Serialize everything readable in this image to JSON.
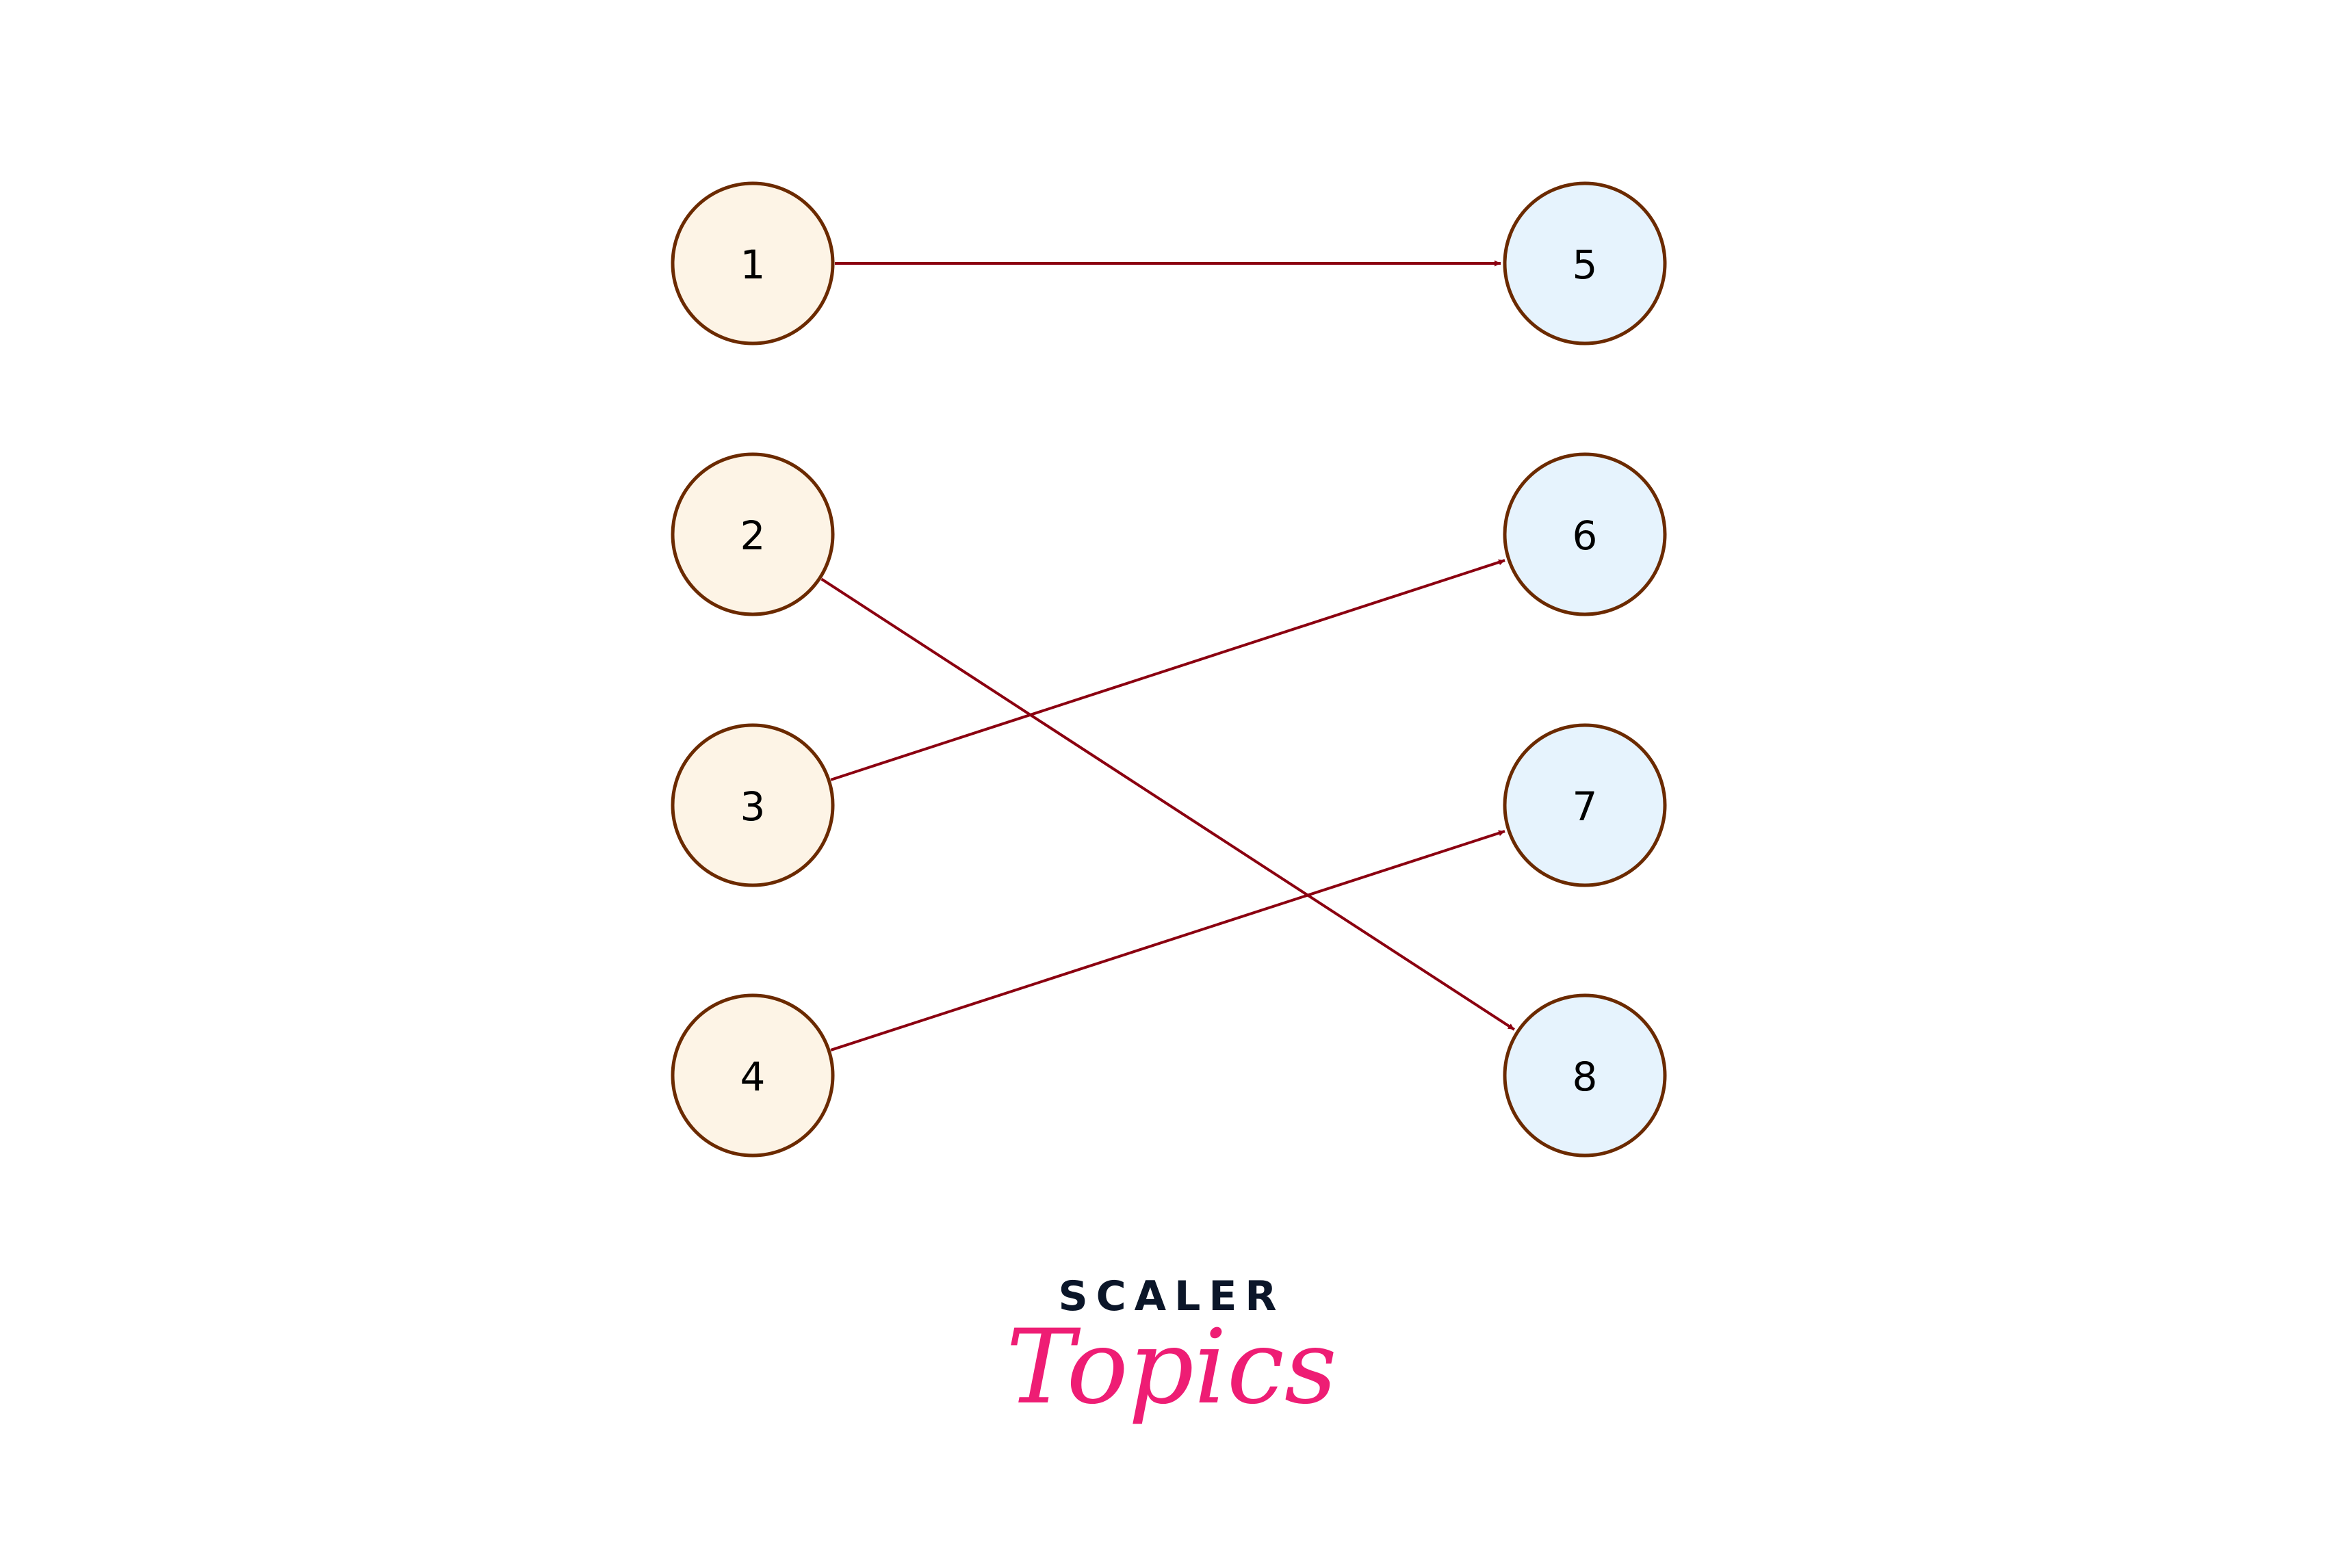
{
  "diagram": {
    "left_nodes": [
      {
        "id": "1",
        "label": "1"
      },
      {
        "id": "2",
        "label": "2"
      },
      {
        "id": "3",
        "label": "3"
      },
      {
        "id": "4",
        "label": "4"
      }
    ],
    "right_nodes": [
      {
        "id": "5",
        "label": "5"
      },
      {
        "id": "6",
        "label": "6"
      },
      {
        "id": "7",
        "label": "7"
      },
      {
        "id": "8",
        "label": "8"
      }
    ],
    "edges": [
      {
        "from": "1",
        "to": "5"
      },
      {
        "from": "2",
        "to": "8"
      },
      {
        "from": "3",
        "to": "6"
      },
      {
        "from": "4",
        "to": "7"
      }
    ]
  },
  "colors": {
    "left_fill": "#fdf4e6",
    "right_fill": "#e6f3fd",
    "node_stroke": "#6b2a00",
    "edge": "#8b0010",
    "logo_dark": "#0b1629",
    "logo_pink": "#ee1d74"
  },
  "logo": {
    "line1": "SCALER",
    "line2": "Topics"
  }
}
